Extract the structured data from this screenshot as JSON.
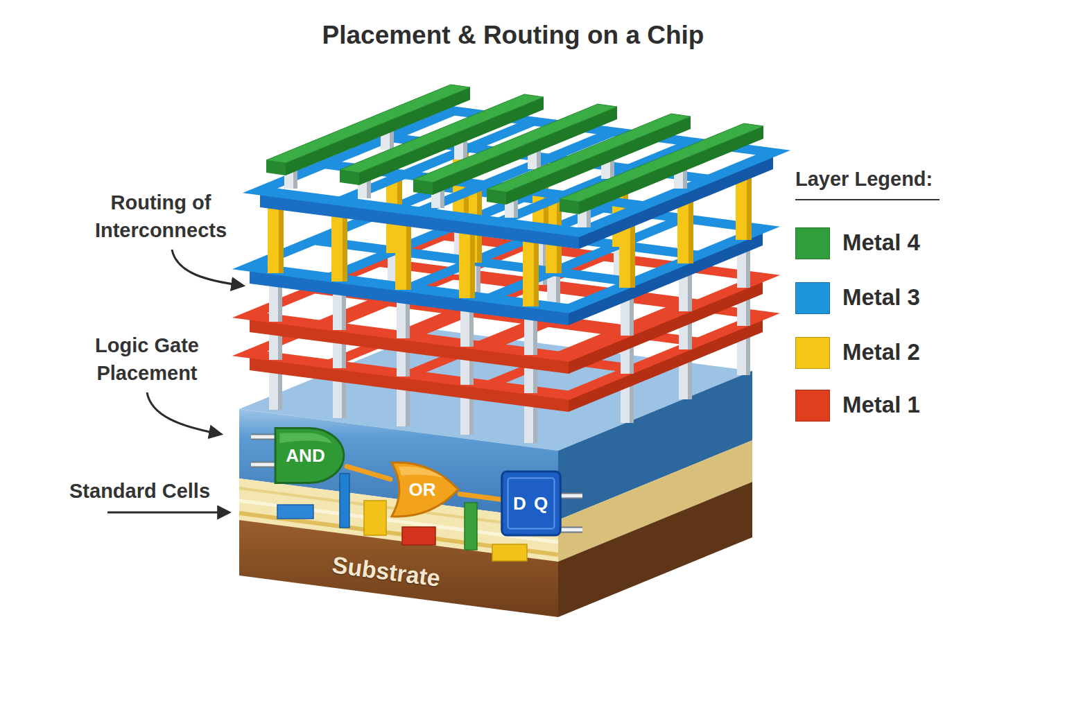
{
  "diagram": {
    "title": "Placement & Routing on a Chip",
    "nodes": [
      {
        "text": [
          "AND"
        ]
      },
      {
        "text": [
          "OR"
        ]
      },
      {
        "text": [
          "D Q"
        ]
      },
      {
        "text": [
          "Substrate"
        ]
      }
    ],
    "edges": [
      {
        "from": 0,
        "to": 1,
        "arrow": "none"
      },
      {
        "from": 1,
        "to": 2,
        "arrow": "none"
      }
    ],
    "labels": [
      "Routing of Interconnects",
      "Logic Gate Placement",
      "Standard Cells",
      "Layer Legend:"
    ],
    "legend": [
      {
        "text": "Metal 4",
        "color": "#2f9e3b"
      },
      {
        "text": "Metal 3",
        "color": "#1e96dc"
      },
      {
        "text": "Metal 2",
        "color": "#f5c518"
      },
      {
        "text": "Metal 1",
        "color": "#e03e1e"
      }
    ]
  }
}
